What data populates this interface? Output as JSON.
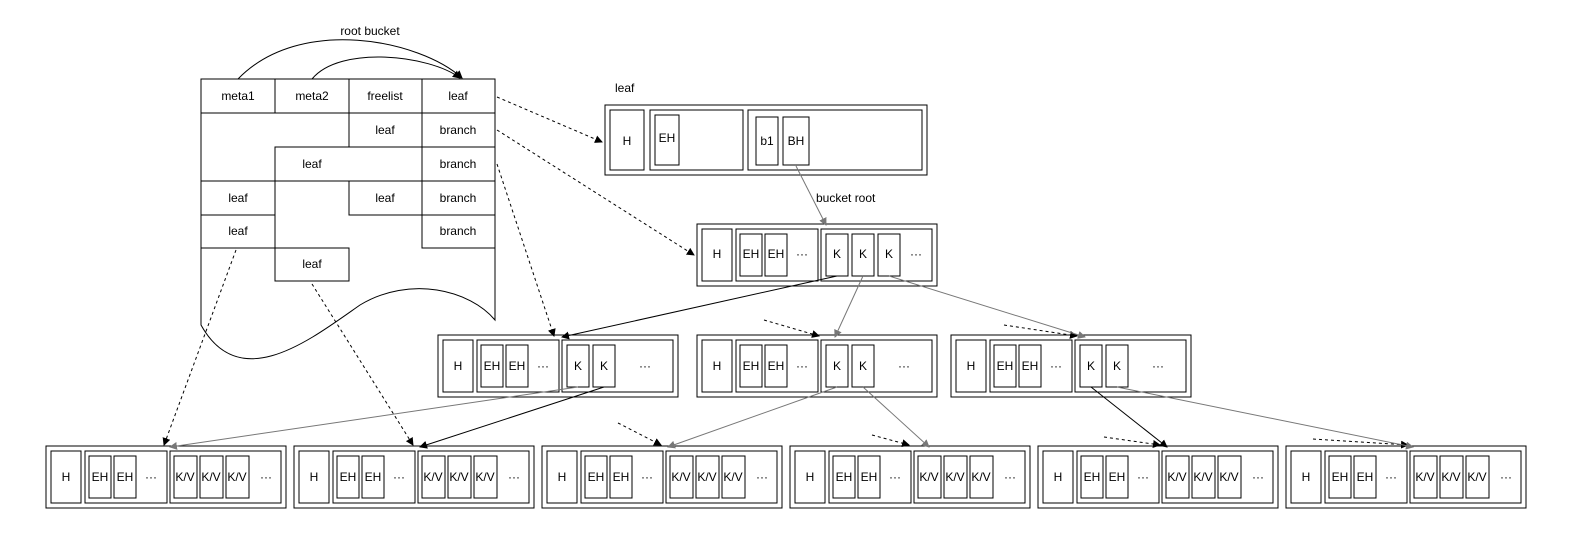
{
  "labels": {
    "root_bucket": "root bucket",
    "leaf_title": "leaf",
    "bucket_root": "bucket root"
  },
  "grid": {
    "headers": [
      "meta1",
      "meta2",
      "freelist",
      "leaf"
    ],
    "cells": [
      "leaf",
      "branch",
      "leaf",
      "branch",
      "leaf",
      "leaf",
      "branch",
      "leaf",
      "branch",
      "leaf"
    ]
  },
  "leaf_page": {
    "header": "H",
    "element": "EH",
    "bucket": "b1",
    "bucket_header": "BH"
  },
  "branch_node": {
    "header": "H",
    "elements": [
      "EH",
      "EH",
      "···"
    ],
    "keys": [
      "K",
      "K",
      "K",
      "···"
    ]
  },
  "mid_node": {
    "header": "H",
    "elements": [
      "EH",
      "EH",
      "···"
    ],
    "keys": [
      "K",
      "K",
      "···"
    ]
  },
  "leaf_node": {
    "header": "H",
    "elements": [
      "EH",
      "EH",
      "···"
    ],
    "keys": [
      "K/V",
      "K/V",
      "K/V",
      "···"
    ]
  }
}
